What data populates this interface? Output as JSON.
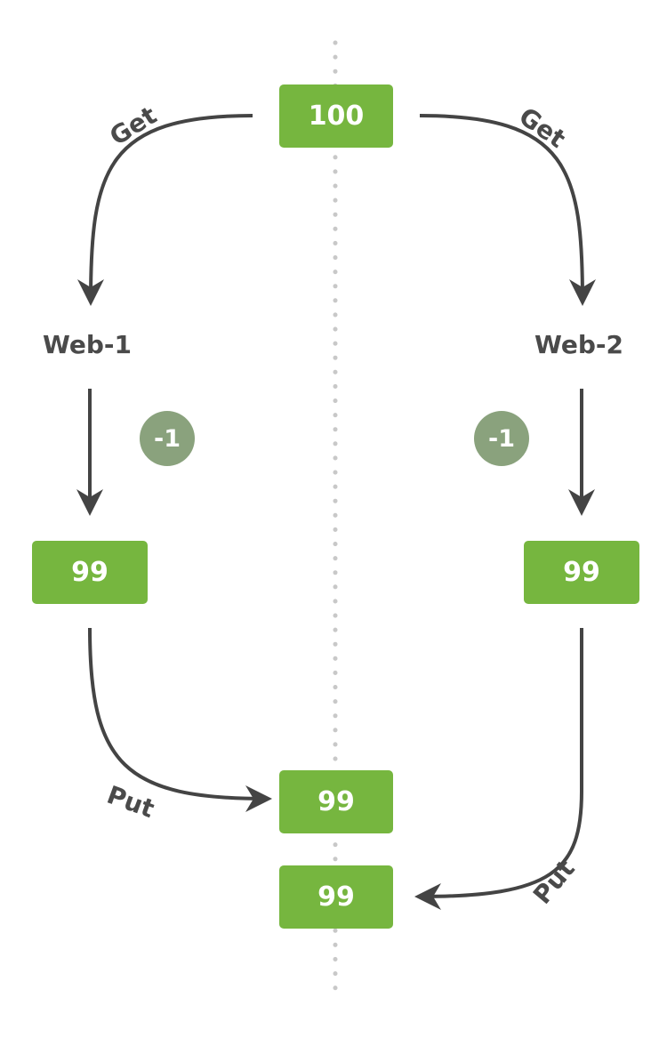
{
  "nodes": {
    "top": "100",
    "left": "99",
    "right": "99",
    "bottom1": "99",
    "bottom2": "99"
  },
  "clients": {
    "web1": "Web-1",
    "web2": "Web-2"
  },
  "ops": {
    "left_delta": "-1",
    "right_delta": "-1"
  },
  "edges": {
    "get_left": "Get",
    "get_right": "Get",
    "put_left": "Put",
    "put_right": "Put"
  },
  "colors": {
    "node": "#76b63f",
    "badge": "#8aa27d",
    "arrow": "#444444",
    "divider": "#c8c8c8",
    "text": "#4a4a4a"
  }
}
